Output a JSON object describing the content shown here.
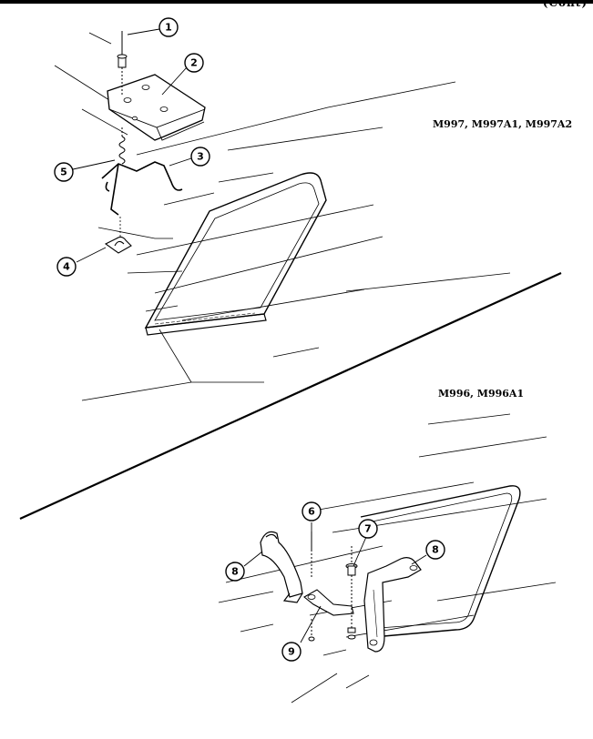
{
  "header": {
    "continued_text": "(Cont)"
  },
  "model_labels": {
    "top": "M997, M997A1, M997A2",
    "bottom": "M996, M996A1"
  },
  "callouts": {
    "c1": "1",
    "c2": "2",
    "c3": "3",
    "c4": "4",
    "c5": "5",
    "c6": "6",
    "c7": "7",
    "c8a": "8",
    "c8b": "8",
    "c9": "9"
  }
}
